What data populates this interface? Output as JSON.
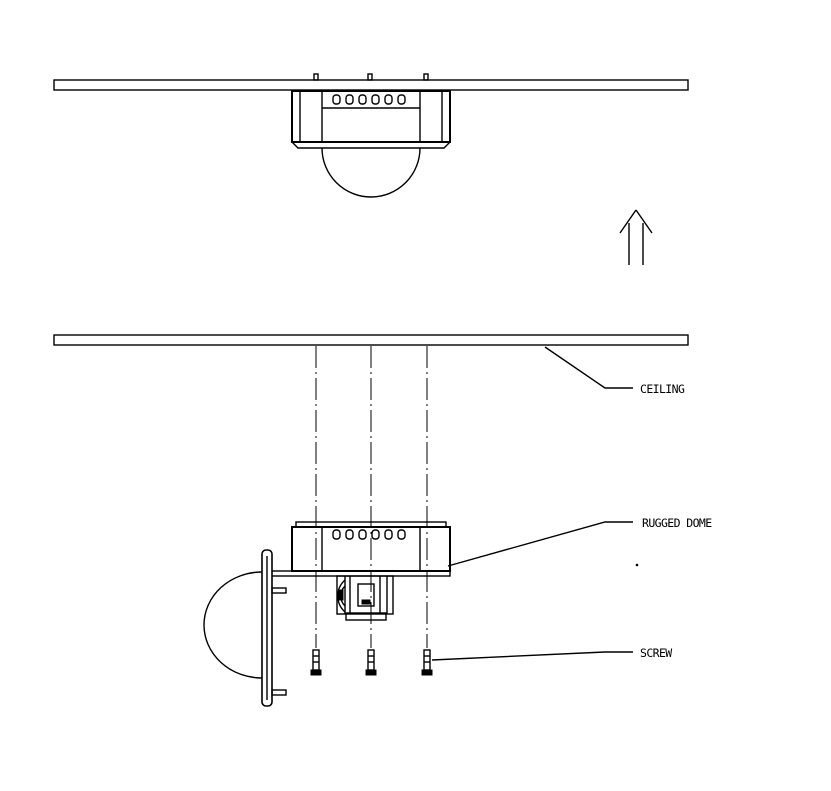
{
  "labels": {
    "ceiling": "CEILING",
    "rugged_dome": "RUGGED DOME",
    "screw": "SCREW"
  },
  "colors": {
    "line": "#000000",
    "background": "#ffffff"
  }
}
